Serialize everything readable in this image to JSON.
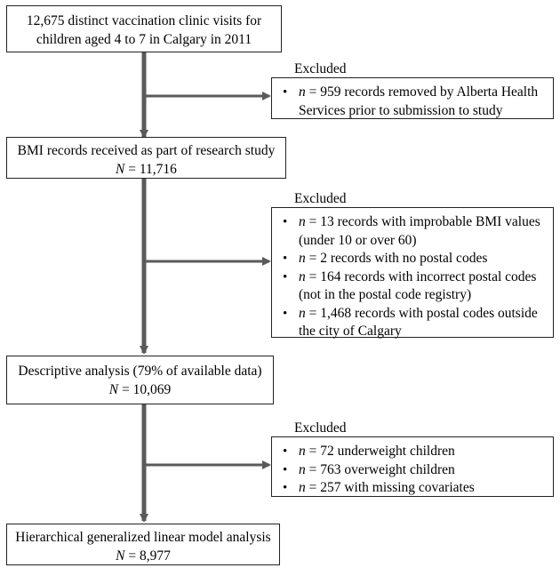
{
  "boxes": {
    "start": {
      "line1": "12,675 distinct vaccination clinic visits for",
      "line2": "children aged 4 to 7 in Calgary in 2011"
    },
    "received": {
      "line1": "BMI records received as part of research study",
      "n_sym": "N",
      "n_val": " = 11,716"
    },
    "descriptive": {
      "line1": "Descriptive analysis (79% of available data)",
      "n_sym": "N",
      "n_val": " = 10,069"
    },
    "final": {
      "line1": "Hierarchical generalized linear model analysis",
      "n_sym": "N",
      "n_val": " = 8,977"
    }
  },
  "exclusions": [
    {
      "title": "Excluded",
      "items": [
        {
          "sym": "n",
          "lines": [
            " = 959 records removed by Alberta Health",
            "Services prior to submission to study"
          ]
        }
      ]
    },
    {
      "title": "Excluded",
      "items": [
        {
          "sym": "n",
          "lines": [
            " = 13 records with improbable BMI values",
            "(under 10 or over 60)"
          ]
        },
        {
          "sym": "n",
          "lines": [
            " = 2 records with no postal codes"
          ]
        },
        {
          "sym": "n",
          "lines": [
            " = 164 records with incorrect postal codes",
            "(not in the postal code registry)"
          ]
        },
        {
          "sym": "n",
          "lines": [
            " = 1,468 records with postal codes outside",
            "the city of Calgary"
          ]
        }
      ]
    },
    {
      "title": "Excluded",
      "items": [
        {
          "sym": "n",
          "lines": [
            " = 72 underweight children"
          ]
        },
        {
          "sym": "n",
          "lines": [
            " = 763 overweight children"
          ]
        },
        {
          "sym": "n",
          "lines": [
            " = 257 with missing covariates"
          ]
        }
      ]
    }
  ],
  "colors": {
    "arrow": "#5a5a5a",
    "border": "#222222"
  }
}
